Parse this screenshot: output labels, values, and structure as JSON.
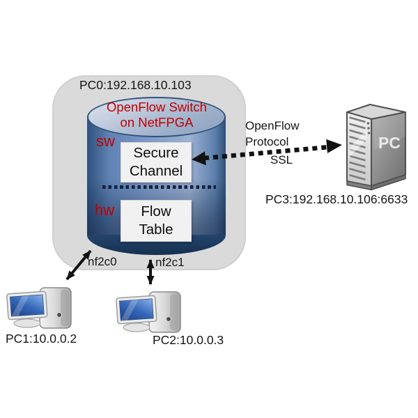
{
  "host_box": {
    "label": "PC0:192.168.10.103"
  },
  "switch": {
    "title_line1": "OpenFlow Switch",
    "title_line2": "on NetFPGA",
    "sw_label": "sw",
    "hw_label": "hw",
    "secure_channel": {
      "line1": "Secure",
      "line2": "Channel"
    },
    "flow_table": {
      "line1": "Flow",
      "line2": "Table"
    }
  },
  "ports": {
    "nf2c0": "nf2c0",
    "nf2c1": "nf2c1"
  },
  "controller_link": {
    "line1": "OpenFlow",
    "line2": "Protocol",
    "line3": "SSL"
  },
  "controller": {
    "device_label": "PC",
    "label": "PC3:192.168.10.106:6633"
  },
  "hosts": [
    {
      "label": "PC1:10.0.0.2"
    },
    {
      "label": "PC2:10.0.0.3"
    }
  ],
  "icons": {
    "pc1": "desktop-computer-icon",
    "pc2": "desktop-computer-icon",
    "pc3": "server-tower-icon"
  },
  "colors": {
    "red_text": "#C00000",
    "host_box_gray": "#DADADA",
    "cylinder_light_blue": "#9CB2D2",
    "cylinder_dark_blue": "#16304F",
    "cylinder_top_silver_blue": "#B3C0D6",
    "inner_box_bg": "#F1F1F1",
    "arrow_black": "#111111",
    "screen_blue": "#3567B8"
  }
}
